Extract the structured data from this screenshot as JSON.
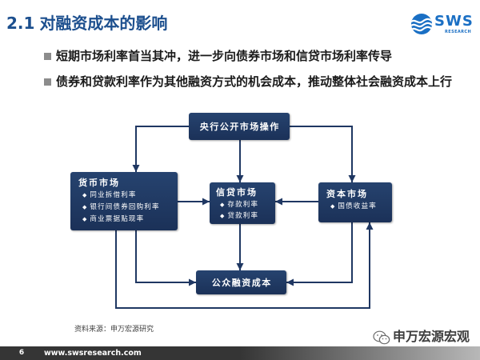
{
  "header": {
    "title_number": "2.1",
    "title_text": "对融资成本的影响",
    "logo": {
      "icon": "sws-logo-mark",
      "text": "SWS",
      "subtext": "RESEARCH"
    }
  },
  "bullets": [
    "短期市场利率首当其冲，进一步向债券市场和信贷市场利率传导",
    "债券和贷款利率作为其他融资方式的机会成本，推动整体社会融资成本上行"
  ],
  "diagram": {
    "item_marker": "◆",
    "central_bank": "央行公开市场操作",
    "money_market": {
      "title": "货币市场",
      "items": [
        "同业拆借利率",
        "银行间债券回购利率",
        "商业票据贴现率"
      ]
    },
    "credit_market": {
      "title": "信贷市场",
      "items": [
        "存款利率",
        "贷款利率"
      ]
    },
    "capital_market": {
      "title": "资本市场",
      "items": [
        "国债收益率"
      ]
    },
    "public_financing_cost": "公众融资成本"
  },
  "source_note": "资料来源：申万宏源研究",
  "watermark": {
    "icon": "wechat-icon",
    "text": "申万宏源宏观"
  },
  "footer": {
    "page_number": "6",
    "url": "www.swsresearch.com"
  },
  "colors": {
    "title": "#1c4f8e",
    "body_text": "#1a1a1a",
    "bullet": "#8c8c8c",
    "box_top": "#26436f",
    "box_bottom": "#1b3158",
    "arrow": "#1f3762",
    "logo": "#1a6fc4",
    "source_text": "#404040",
    "watermark_text": "#3d3d3d",
    "footer_dark": "#353535",
    "footer_light": "#b8b8b8"
  }
}
